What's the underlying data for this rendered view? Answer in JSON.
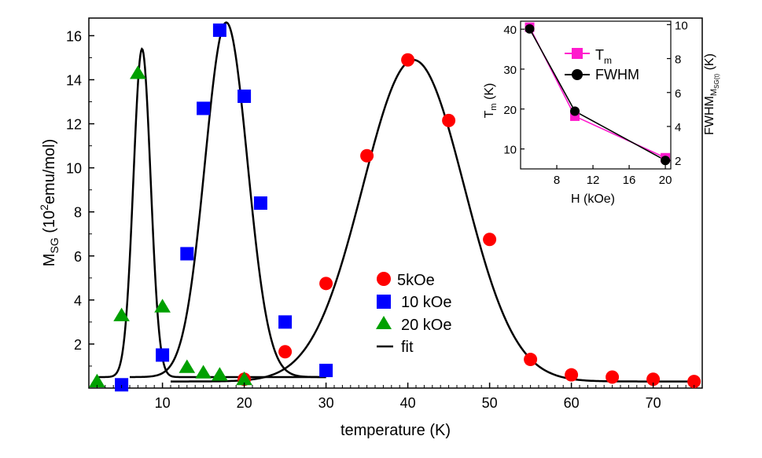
{
  "chart_data": [
    {
      "type": "scatter",
      "xlabel": "temperature (K)",
      "ylabel": "M",
      "ylabel_sub": "SG",
      "ylabel_unit_pre": " (10",
      "ylabel_unit_sup": "2",
      "ylabel_unit_post": "emu/mol)",
      "xlim": [
        1,
        76
      ],
      "ylim": [
        0,
        16.8
      ],
      "xticks": [
        10,
        20,
        30,
        40,
        50,
        60,
        70
      ],
      "yticks": [
        2,
        4,
        6,
        8,
        10,
        12,
        14,
        16
      ],
      "legend_position": "center",
      "series": [
        {
          "name": "5kOe",
          "marker": "circle",
          "color": "#ff0000",
          "x": [
            20,
            25,
            30,
            35,
            40,
            45,
            50,
            55,
            60,
            65,
            70,
            75
          ],
          "y": [
            0.4,
            1.65,
            4.75,
            10.55,
            14.9,
            12.15,
            6.75,
            1.3,
            0.6,
            0.5,
            0.4,
            0.3
          ]
        },
        {
          "name": "10 kOe",
          "marker": "square",
          "color": "#0000ff",
          "x": [
            5,
            10,
            13,
            15,
            17,
            20,
            22,
            25,
            30
          ],
          "y": [
            0.15,
            1.5,
            6.1,
            12.7,
            16.25,
            13.25,
            8.4,
            3.0,
            0.8
          ]
        },
        {
          "name": "20 kOe",
          "marker": "triangle",
          "color": "#00a000",
          "x": [
            2,
            5,
            7,
            10,
            13,
            15,
            17,
            20
          ],
          "y": [
            0.3,
            3.3,
            14.3,
            3.7,
            0.95,
            0.7,
            0.6,
            0.4
          ]
        }
      ],
      "fit_label": "fit",
      "fits": [
        {
          "x": [
            2.2,
            30
          ],
          "peak": 7.5,
          "amp": 14.9,
          "width": 1.05,
          "base": 0.5
        },
        {
          "x": [
            6,
            30
          ],
          "peak": 17.8,
          "amp": 16.1,
          "width": 2.6,
          "base": 0.5
        },
        {
          "x": [
            11,
            75
          ],
          "peak": 40.7,
          "amp": 14.6,
          "width": 6.2,
          "base": 0.3
        }
      ]
    },
    {
      "type": "line",
      "xlabel": "H (kOe)",
      "ylabel_left": "T",
      "ylabel_left_sub": "m",
      "ylabel_left_unit": " (K)",
      "ylabel_right": "FWHM",
      "ylabel_right_sub": "M",
      "ylabel_right_subsub": "SG(t)",
      "ylabel_right_unit": " (K)",
      "xlim": [
        4,
        20.6
      ],
      "ylim_left": [
        5,
        42
      ],
      "ylim_right": [
        1.5,
        10.2
      ],
      "xticks": [
        8,
        12,
        16,
        20
      ],
      "yticks_left": [
        10,
        20,
        30,
        40
      ],
      "yticks_right": [
        2,
        4,
        6,
        8,
        10
      ],
      "legend_position": "top-right",
      "series": [
        {
          "name": "T",
          "name_sub": "m",
          "marker": "square",
          "color": "#ff1acd",
          "axis": "left",
          "x": [
            5,
            10,
            20
          ],
          "y": [
            40.5,
            18.2,
            7.8
          ]
        },
        {
          "name": "FWHM",
          "marker": "circle",
          "color": "#000000",
          "axis": "right",
          "x": [
            5,
            10,
            20
          ],
          "y": [
            9.75,
            4.9,
            2.0
          ]
        }
      ]
    }
  ]
}
